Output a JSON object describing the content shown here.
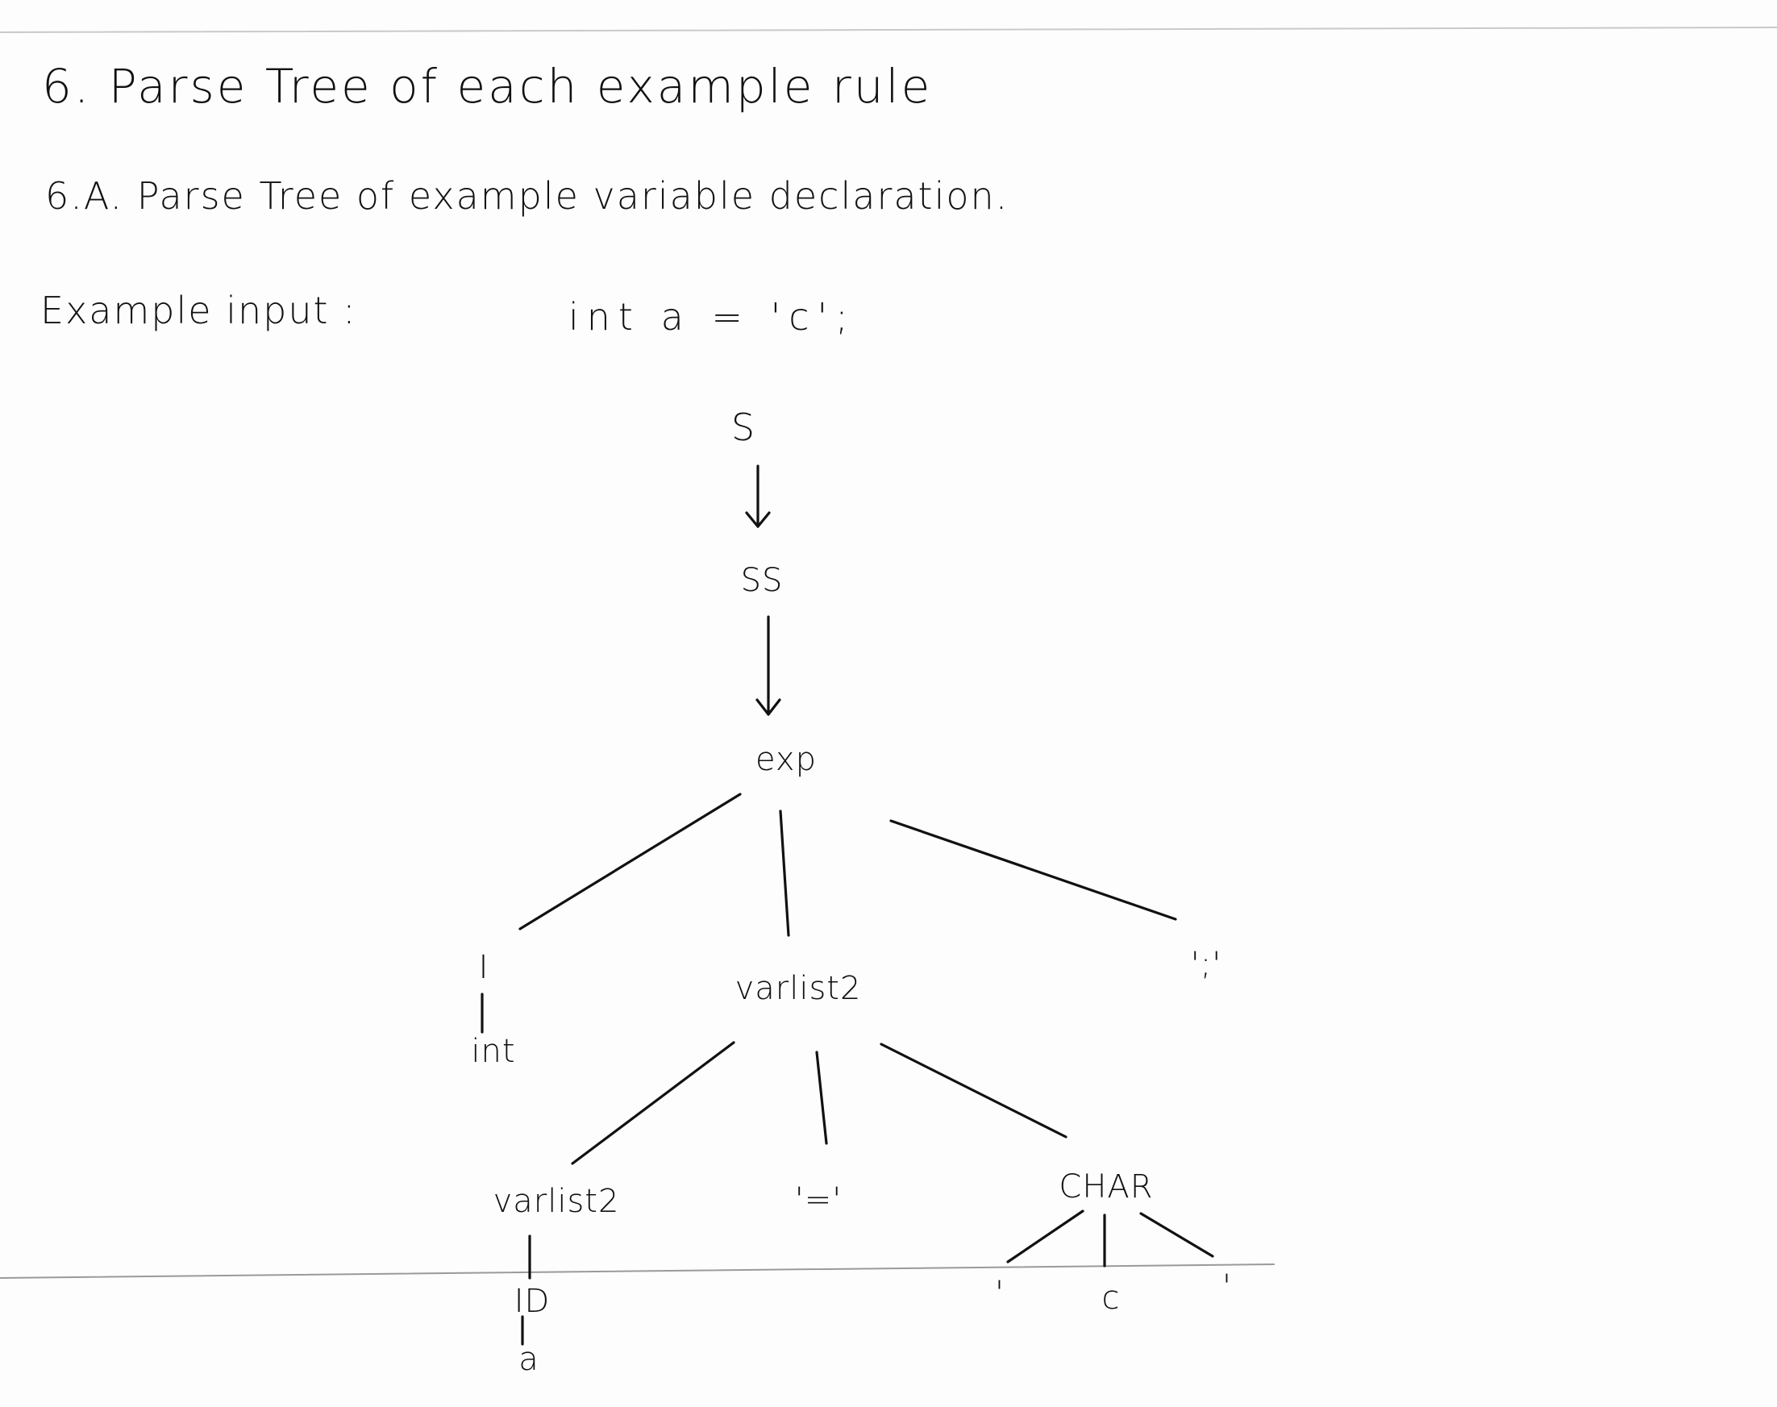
{
  "heading": "6. Parse Tree of each example rule",
  "subheading": "6.A. Parse Tree of example variable declaration.",
  "example": {
    "label": "Example input :",
    "code": "int a = 'c';"
  },
  "tree": {
    "S": "S",
    "SS": "SS",
    "exp": "exp",
    "I": "I",
    "int": "int",
    "varlist2_top": "varlist2",
    "semicolon": "';'",
    "varlist2_left": "varlist2",
    "equals": "'='",
    "CHAR": "CHAR",
    "ID": "ID",
    "a": "a",
    "quote_left": "'",
    "c": "c",
    "quote_right": "'"
  }
}
